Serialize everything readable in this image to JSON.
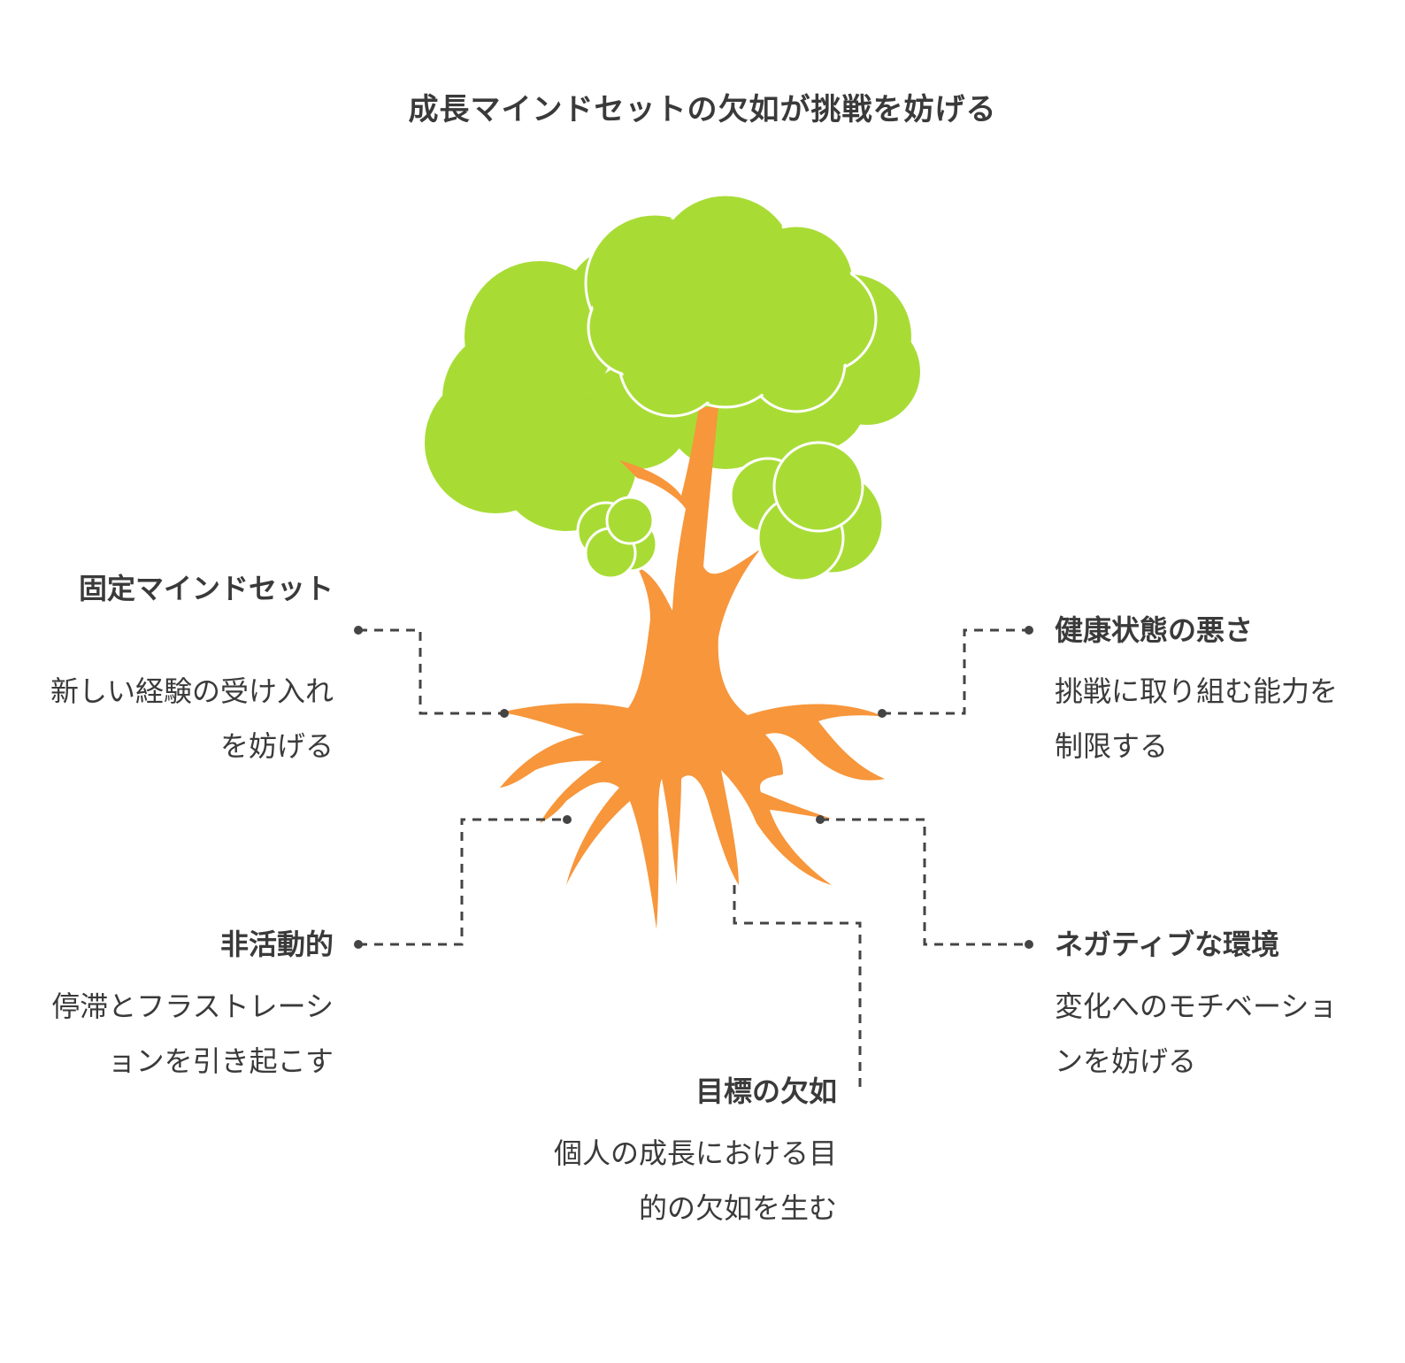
{
  "title": "成長マインドセットの欠如が挑戦を妨げる",
  "colors": {
    "foliage": "#a8dc35",
    "trunk": "#f7963b",
    "text": "#3a3a3a",
    "connector": "#444444"
  },
  "icons": [
    "tree-icon"
  ],
  "items": [
    {
      "id": "fixed-mindset",
      "label": "固定マインドセット",
      "description": "新しい経験の受け入れを妨げる"
    },
    {
      "id": "poor-health",
      "label": "健康状態の悪さ",
      "description": "挑戦に取り組む能力を制限する"
    },
    {
      "id": "inactivity",
      "label": "非活動的",
      "description": "停滞とフラストレーションを引き起こす"
    },
    {
      "id": "negative-environment",
      "label": "ネガティブな環境",
      "description": "変化へのモチベーションを妨げる"
    },
    {
      "id": "lack-of-goals",
      "label": "目標の欠如",
      "description": "個人の成長における目的の欠如を生む"
    }
  ]
}
